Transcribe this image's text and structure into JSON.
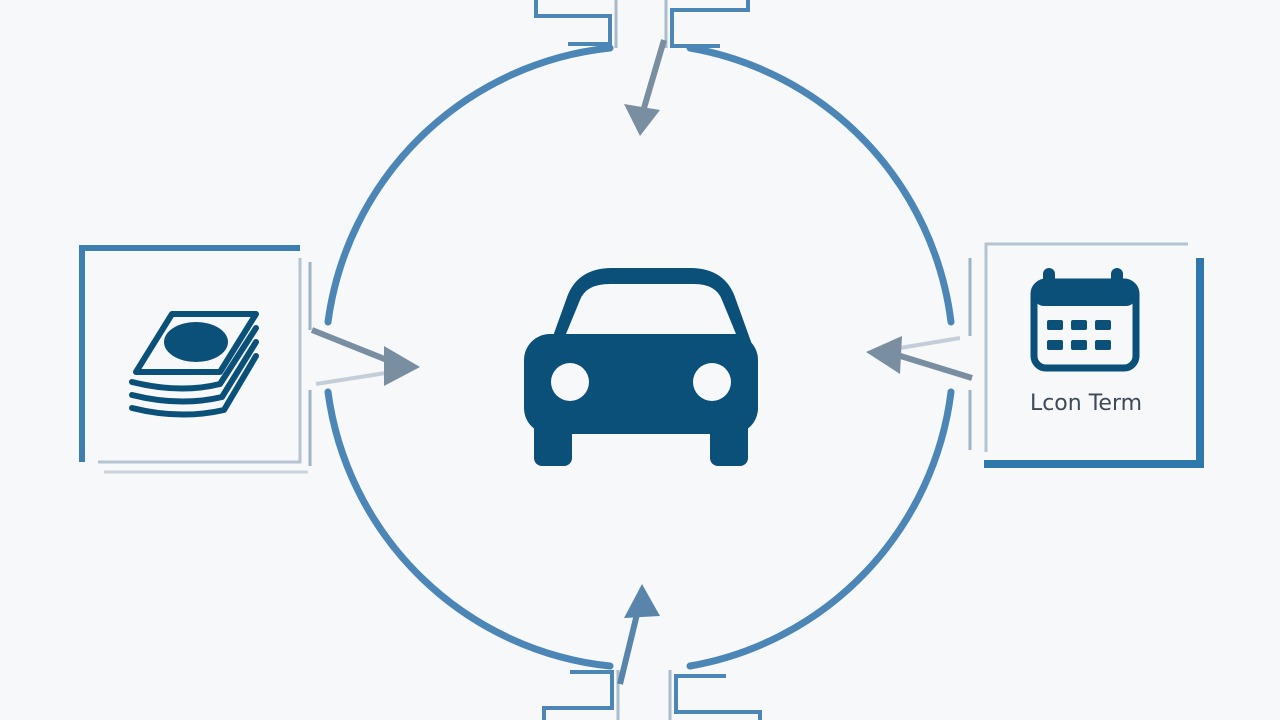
{
  "diagram": {
    "center": {
      "icon": "car-icon"
    },
    "nodes": [
      {
        "id": "left",
        "icon": "money-stack-icon",
        "label": ""
      },
      {
        "id": "right",
        "icon": "calendar-icon",
        "label": "Lcon Term"
      },
      {
        "id": "top",
        "icon": "",
        "label": ""
      },
      {
        "id": "bottom",
        "icon": "",
        "label": ""
      }
    ],
    "colors": {
      "background": "#f6f8fa",
      "primary": "#0b5079",
      "ring": "#4c86b6",
      "frame": "#3d7fb0",
      "arrow": "#7a8ea1"
    }
  }
}
